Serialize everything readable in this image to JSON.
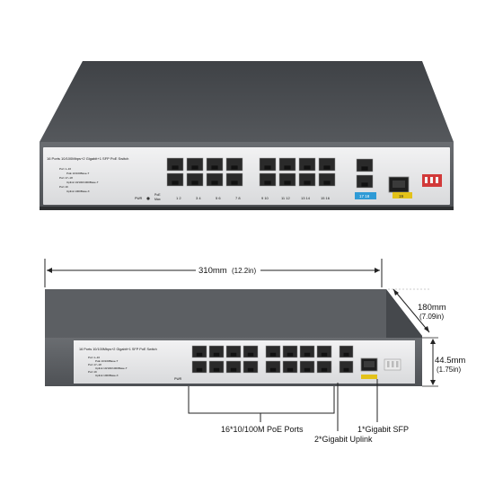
{
  "colors": {
    "body_top": "#4a4d51",
    "body_front": "#5b5e62",
    "faceplate": "#e9e9ea",
    "port": "#2a2a2a",
    "accent_dip": "#d23a3a",
    "uplink_label": "#2f9bd6",
    "sfp_label": "#e3c21a",
    "dim_line": "#222222"
  },
  "top_view": {
    "faceplate_text": {
      "title": "16 Ports 10/100Mbps+2 Gigabit+1 SFP PoE Switch",
      "line1": "Port 1~16",
      "line2": "PoE 10/100Base-T",
      "line3": "Port 17~18",
      "line4": "Uplink 10/100/1000Base-T",
      "line5": "Port 19",
      "line6": "Uplink 1000Base-X",
      "pwr": "PWR",
      "poe": "PoE",
      "max": "Max"
    },
    "port_labels": [
      "1 2",
      "3 4",
      "5 6",
      "7 8",
      "9 10",
      "11 12",
      "13 14",
      "15 16"
    ],
    "uplink_label": "17 18",
    "sfp_label": "19"
  },
  "dimension_view": {
    "width_label": "310mm",
    "width_sub": "(12.2in)",
    "depth_label": "180mm",
    "depth_sub": "(7.09in)",
    "height_label": "44.5mm",
    "height_sub": "(1.75in)",
    "faceplate_title": "16 Ports 10/100Mbps+2 Gigabit+1 SFP PoE Switch",
    "callouts": {
      "poe_ports": "16*10/100M PoE Ports",
      "uplink": "2*Gigabit Uplink",
      "sfp": "1*Gigabit SFP"
    }
  }
}
